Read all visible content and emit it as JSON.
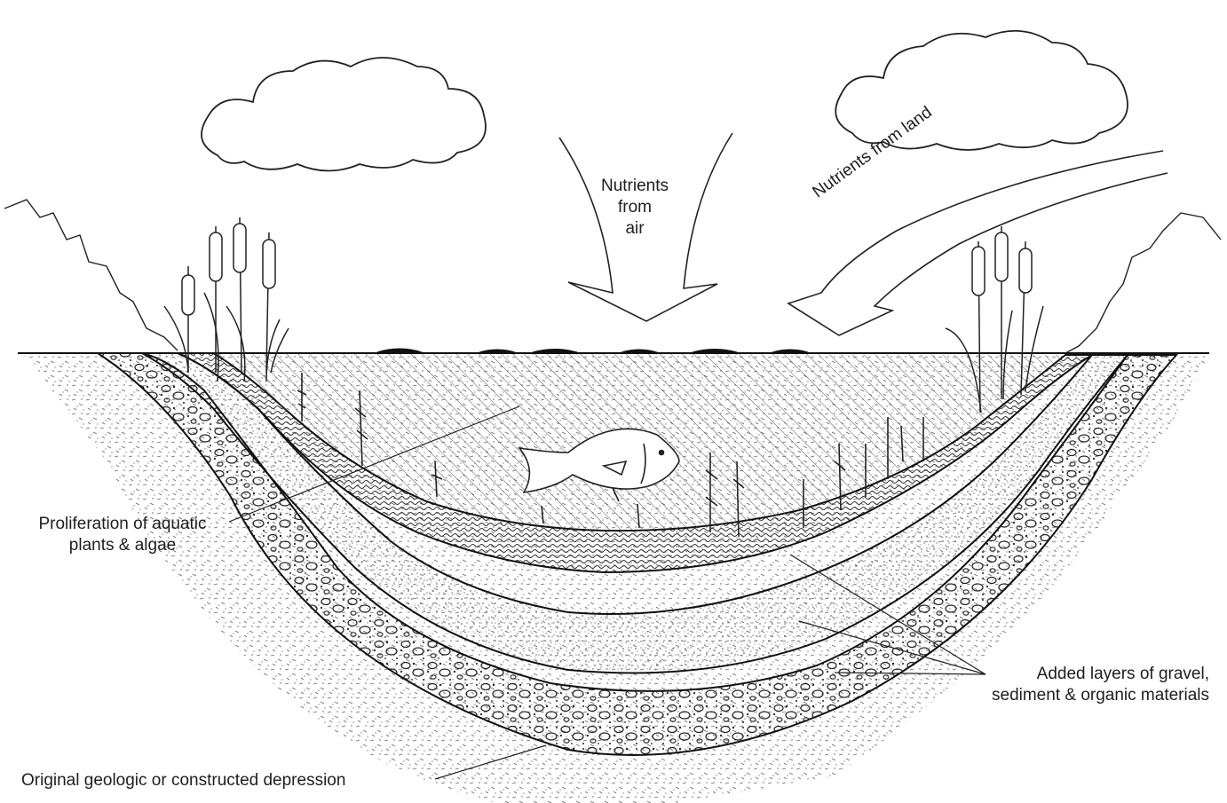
{
  "labels": {
    "nutrients_air": [
      "Nutrients",
      "from",
      "air"
    ],
    "nutrients_land": "Nutrients from land",
    "plants": [
      "Proliferation of aquatic",
      "plants & algae"
    ],
    "layers": [
      "Added layers of gravel,",
      "sediment & organic materials"
    ],
    "depression": "Original geologic or constructed depression"
  },
  "colors": {
    "ink": "#1e1e1e",
    "paper": "#ffffff"
  },
  "icons": [
    "cloud-icon",
    "arrow-down-icon",
    "curved-arrow-icon",
    "fish-icon",
    "cattail-icon",
    "pondweed-icon"
  ]
}
